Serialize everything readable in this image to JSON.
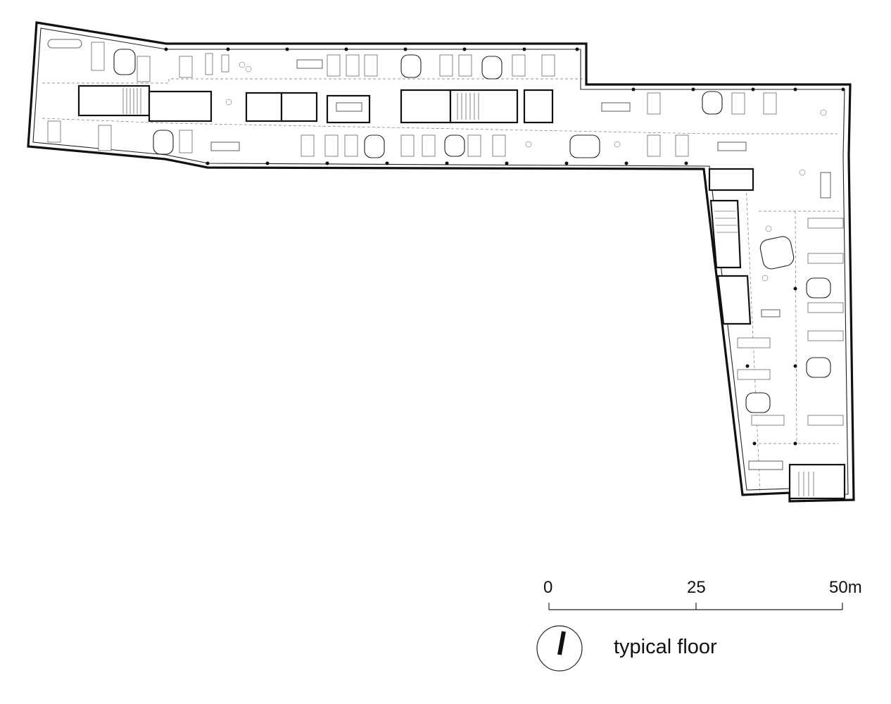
{
  "scale_bar": {
    "label_start": "0",
    "label_mid": "25",
    "label_end": "50m"
  },
  "drawing_title": "typical floor",
  "icons": {
    "north_arrow": "north-arrow-icon"
  }
}
